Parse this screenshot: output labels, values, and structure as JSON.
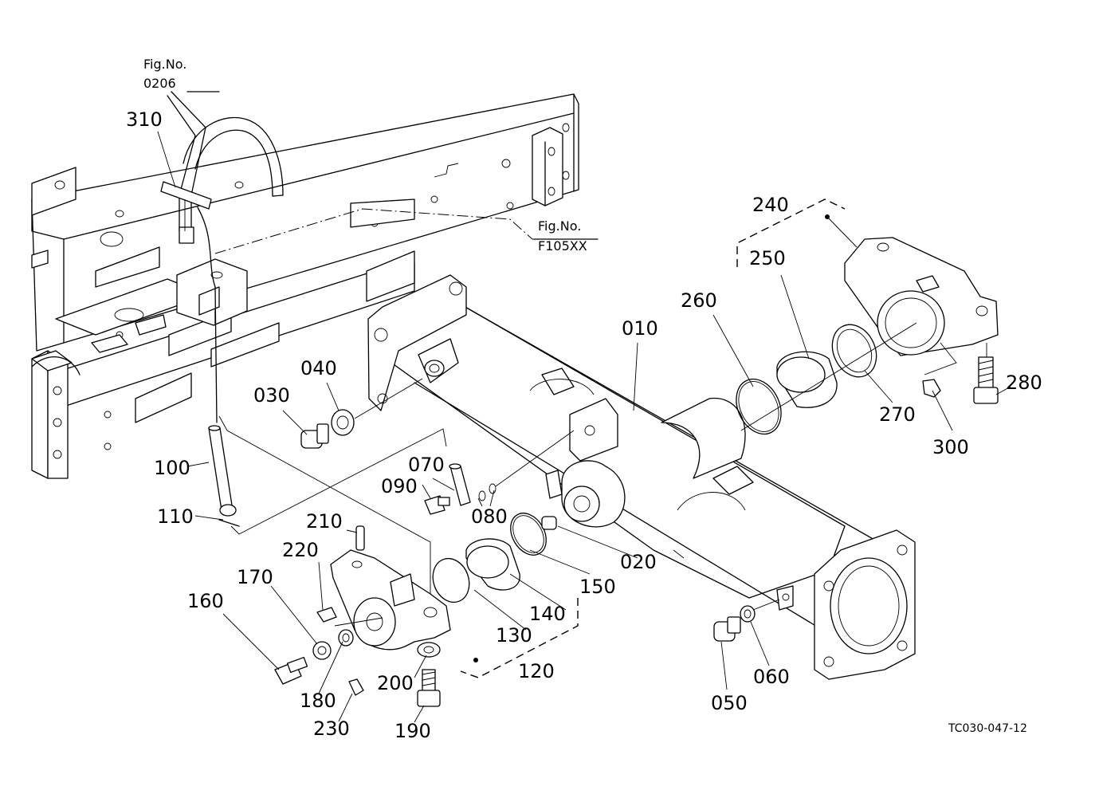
{
  "diagram": {
    "fig_refs": {
      "top": {
        "line1": "Fig.No.",
        "line2": "0206"
      },
      "frame": {
        "line1": "Fig.No.",
        "line2": "F105XX"
      }
    },
    "drawing_code": "TC030-047-12",
    "callouts": {
      "p010": "010",
      "p020": "020",
      "p030": "030",
      "p040": "040",
      "p050": "050",
      "p060": "060",
      "p070": "070",
      "p080": "080",
      "p090": "090",
      "p100": "100",
      "p110": "110",
      "p120": "120",
      "p130": "130",
      "p140": "140",
      "p150": "150",
      "p160": "160",
      "p170": "170",
      "p180": "180",
      "p190": "190",
      "p200": "200",
      "p210": "210",
      "p220": "220",
      "p230": "230",
      "p240": "240",
      "p250": "250",
      "p260": "260",
      "p270": "270",
      "p280": "280",
      "p300": "300",
      "p310": "310"
    }
  }
}
